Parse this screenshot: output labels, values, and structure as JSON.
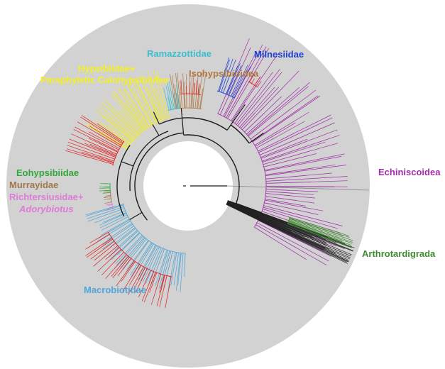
{
  "labels": {
    "ramazzottidae": "Ramazzottidae",
    "milnesiidae": "Milnesiidae",
    "hypsibiidae": "Hypsibiidae+",
    "paraphyletic": "Paraphyletic Calohypsibiidae",
    "isohypsibioidea": "Isohypsibioidea",
    "echiniscoidea": "Echiniscoidea",
    "eohypsibiidae": "Eohypsibiidae",
    "murrayidae": "Murrayidae",
    "richtersiusidae": "Richtersiusidae+",
    "adorybiotus": "Adorybiotus",
    "arthrotardigrada": "Arthrotardigrada",
    "macrobiotidae": "Macrobiotidae"
  },
  "colors": {
    "disc": "#d2d2d2",
    "backbone": "#1a1a1a",
    "ramazzottidae": "#3bbfce",
    "milnesiidae": "#1d3fd0",
    "hypsibiidae": "#f5f01e",
    "isohypsibioidea": "#b07840",
    "echiniscoidea": "#a02ea8",
    "eohypsibiidae": "#2fa83a",
    "murrayidae": "#a0784a",
    "richtersiusidae": "#e07ad8",
    "arthrotardigrada": "#3f8a30",
    "macrobiotidae": "#4fa6d8",
    "highlight": "#e02020"
  }
}
